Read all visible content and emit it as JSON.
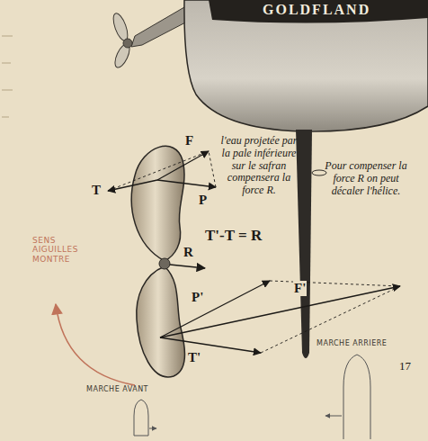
{
  "diagram": {
    "labels": [
      "GOLDFLAND",
      "l'eau projetée par la pale inférieure sur le safran compensera la force R.",
      "F",
      "T",
      "P",
      "Pour compenser la force R on peut décaler l'hélice.",
      "T'-T = R",
      "R",
      "SENS AIGUILLES MONTRE",
      "P'",
      "F'",
      "T'",
      "MARCHE ARRIERE",
      "17",
      "MARCHE AVANT"
    ]
  }
}
